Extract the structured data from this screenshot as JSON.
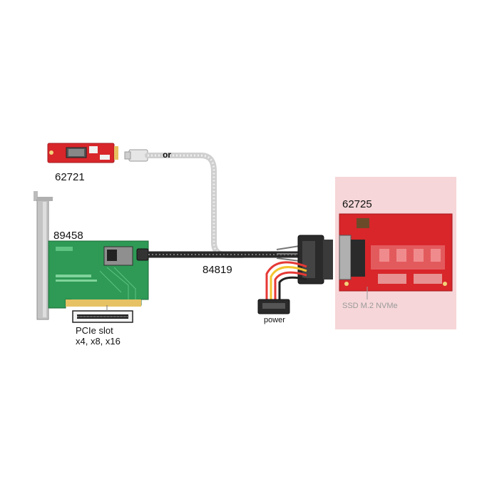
{
  "labels": {
    "m2_card_code": "62721",
    "or": "or",
    "pcie_card_code": "89458",
    "cable_code": "84819",
    "u2_adapter_code": "62725",
    "power": "power",
    "ssd_caption": "SSD M.2 NVMe",
    "pcie_slot_line1": "PCIe slot",
    "pcie_slot_line2": "x4, x8, x16"
  },
  "colors": {
    "pcb_red": "#d8262a",
    "pcb_green": "#2e9a55",
    "panel_pink": "#f6d6d8",
    "cable_black": "#2a2a2a",
    "cable_white": "#d9d9d9",
    "bracket_grey": "#b9b9b9"
  }
}
